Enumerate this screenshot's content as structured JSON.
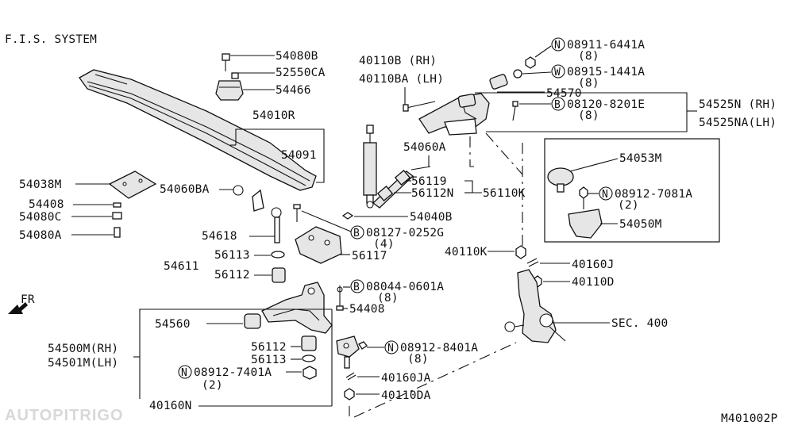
{
  "header": {
    "title": "F.I.S. SYSTEM",
    "ref_code": "M401002P",
    "direction_label": "FR"
  },
  "watermark": "AUTOPITRIGO",
  "callouts": {
    "c54080B": "54080B",
    "c52550CA": "52550CA",
    "c54466": "54466",
    "c54010R": "54010R",
    "c54091": "54091",
    "c54038M": "54038M",
    "c54408a": "54408",
    "c54080C": "54080C",
    "c54080A": "54080A",
    "c54060BA": "54060BA",
    "c54618": "54618",
    "c54611": "54611",
    "c56113a": "56113",
    "c56112a": "56112",
    "c56117": "56117",
    "c54560": "54560",
    "c54500M": "54500M(RH)",
    "c54501M": "54501M(LH)",
    "c56112b": "56112",
    "c56113b": "56113",
    "c40160N": "40160N",
    "c08912_7401A": "08912-7401A",
    "c08912_7401A_qty": "(2)",
    "c40110B": "40110B  (RH)",
    "c40110BA": "40110BA (LH)",
    "c54060A": "54060A",
    "c56119": "56119",
    "c56112N": "56112N",
    "c56110K": "56110K",
    "c54040B": "54040B",
    "c08127_0252G": "08127-0252G",
    "c08127_0252G_qty": "(4)",
    "c08044_0601A": "08044-0601A",
    "c08044_0601A_qty": "(8)",
    "c54408b": "54408",
    "c08912_8401A": "08912-8401A",
    "c08912_8401A_qty": "(8)",
    "c40160JA": "40160JA",
    "c40110DA": "40110DA",
    "c08911_6441A": "08911-6441A",
    "c08911_6441A_qty": "(8)",
    "c08915_1441A": "08915-1441A",
    "c08915_1441A_qty": "(8)",
    "c54570": "54570",
    "c08120_8201E": "08120-8201E",
    "c08120_8201E_qty": "(8)",
    "c54525N": "54525N (RH)",
    "c54525NA": "54525NA(LH)",
    "c54053M": "54053M",
    "c08912_7081A": "08912-7081A",
    "c08912_7081A_qty": "(2)",
    "c54050M": "54050M",
    "c40110K": "40110K",
    "c40160J": "40160J",
    "c40110D": "40110D",
    "cSEC400": "SEC. 400"
  },
  "prefix_symbols": {
    "N": "N",
    "W": "W",
    "B": "B"
  }
}
